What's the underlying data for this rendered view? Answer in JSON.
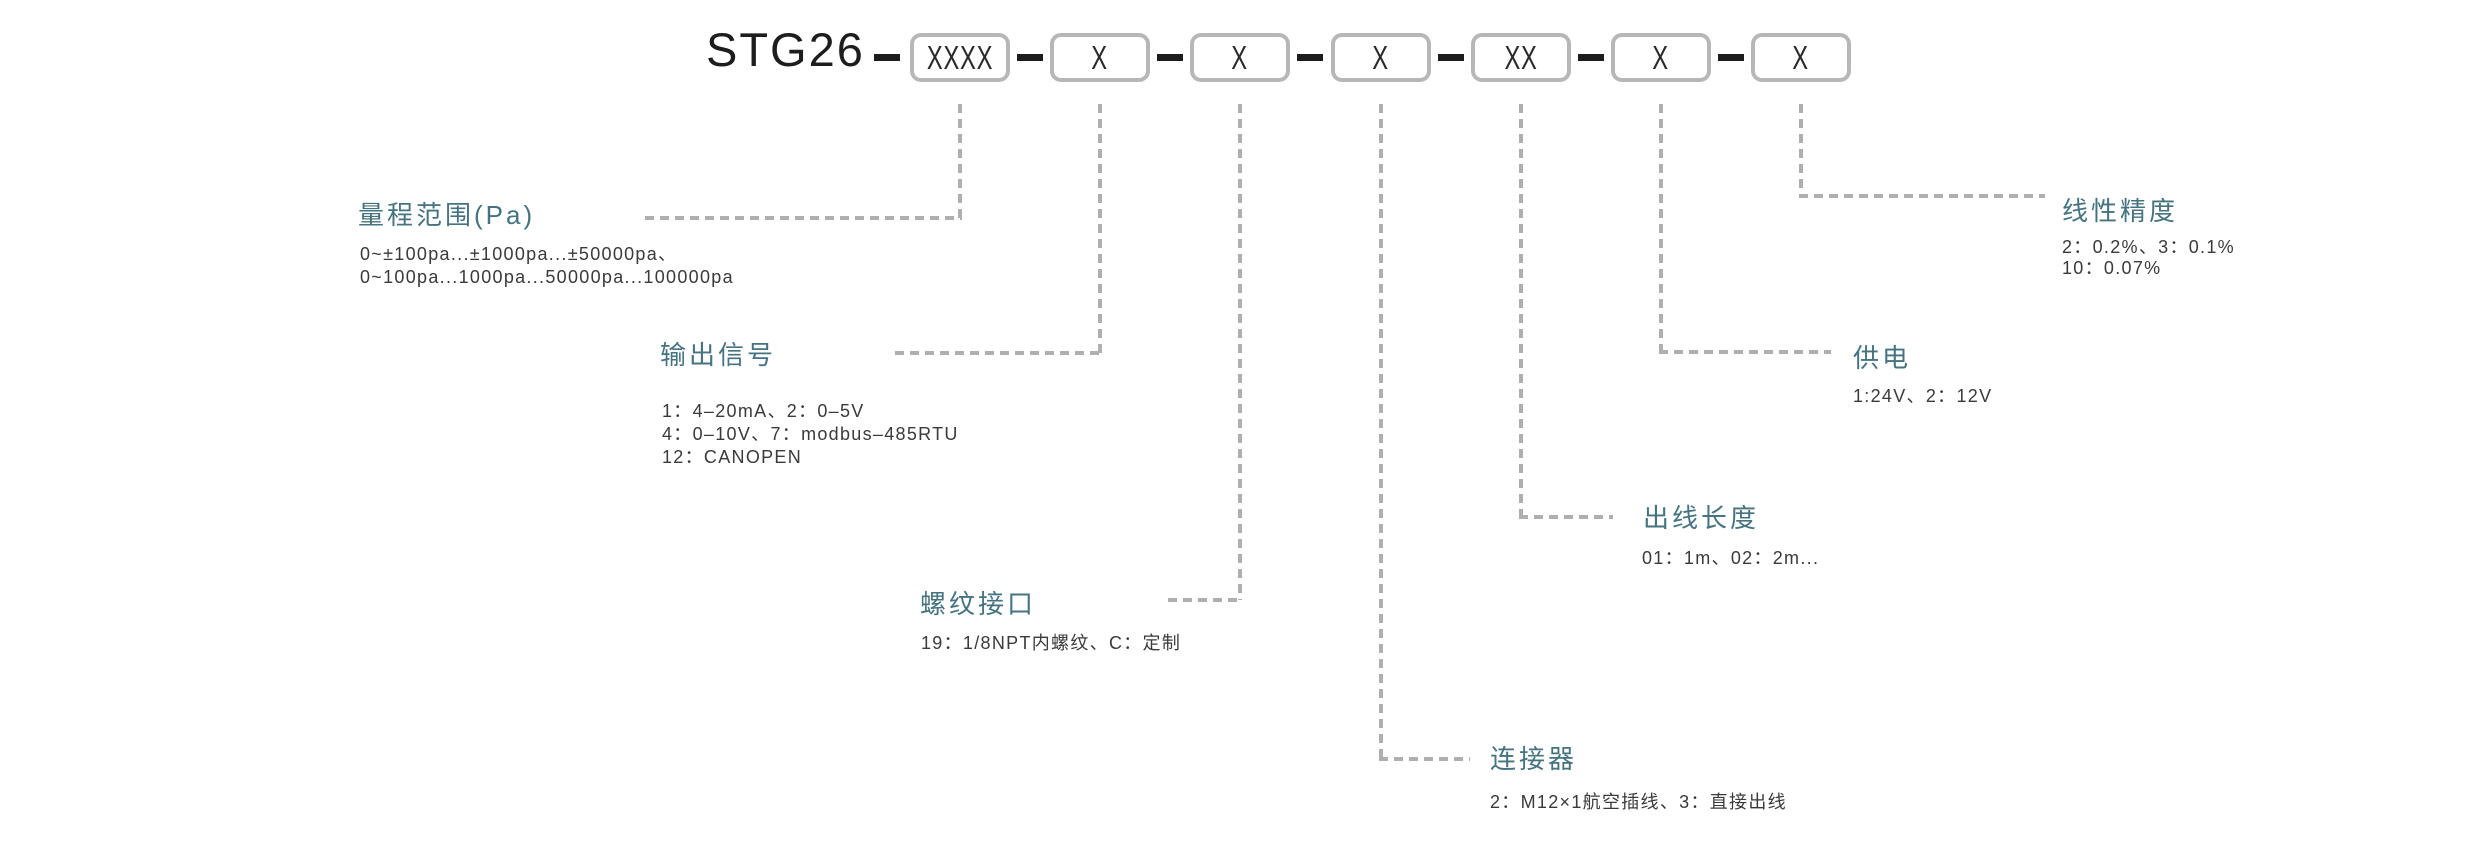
{
  "product": {
    "model_prefix": "STG26"
  },
  "code_boxes": [
    {
      "code": "XXXX"
    },
    {
      "code": "X"
    },
    {
      "code": "X"
    },
    {
      "code": "X"
    },
    {
      "code": "XX"
    },
    {
      "code": "X"
    },
    {
      "code": "X"
    }
  ],
  "sections": [
    {
      "id": "measuring-range",
      "title": "量程范围(Pa)",
      "lines": [
        "0~±100pa...±1000pa...±50000pa、",
        "0~100pa...1000pa...50000pa...100000pa"
      ]
    },
    {
      "id": "output-signal",
      "title": "输出信号",
      "lines": [
        "1：4–20mA、2：0–5V",
        "4：0–10V、7：modbus–485RTU",
        "12：CANOPEN"
      ]
    },
    {
      "id": "thread-interface",
      "title": "螺纹接口",
      "lines": [
        "19：1/8NPT内螺纹、C：定制"
      ]
    },
    {
      "id": "connector",
      "title": "连接器",
      "lines": [
        "2：M12×1航空插线、3：直接出线"
      ]
    },
    {
      "id": "cable-length",
      "title": "出线长度",
      "lines": [
        "01：1m、02：2m..."
      ]
    },
    {
      "id": "power-supply",
      "title": "供电",
      "lines": [
        "1:24V、2：12V"
      ]
    },
    {
      "id": "linearity-accuracy",
      "title": "线性精度",
      "lines": [
        "2：0.2%、3：0.1%",
        "10：0.07%"
      ]
    }
  ],
  "colors": {
    "accent": "#457380",
    "body_text": "#3a3a3a",
    "title_text": "#1d1d1d",
    "dash_line": "#b1aeae",
    "box_border": "#b9b6b6",
    "black_dash": "#1d1d1d"
  }
}
